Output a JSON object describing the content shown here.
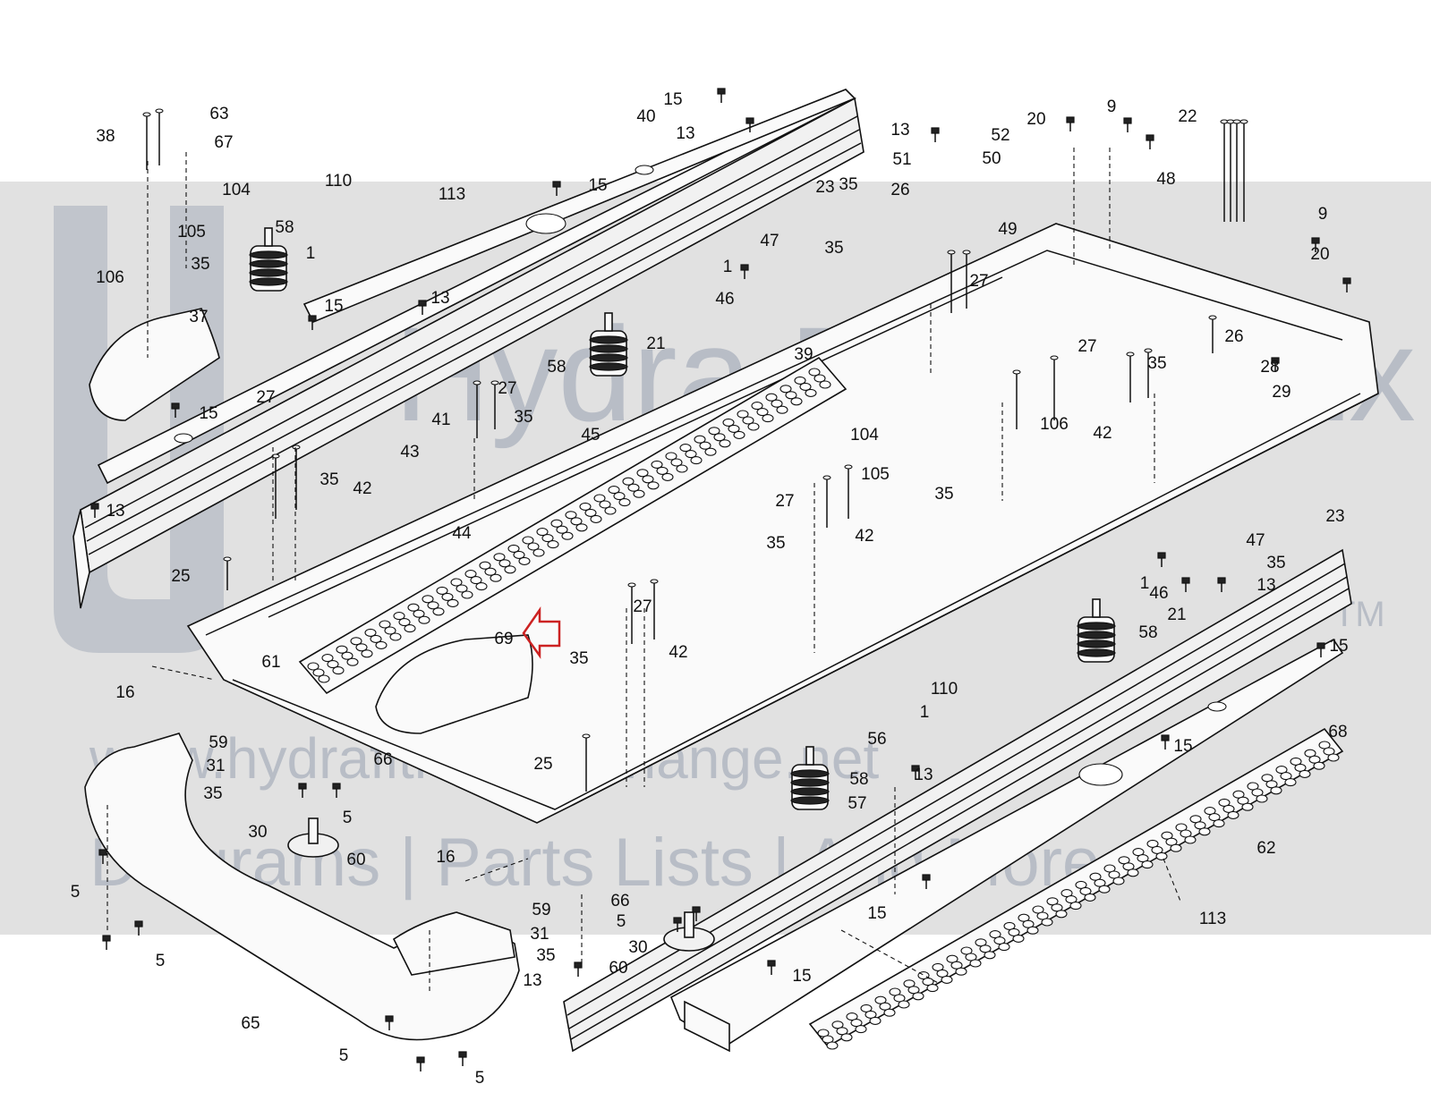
{
  "diagram": {
    "callouts": [
      "1",
      "5",
      "9",
      "13",
      "15",
      "16",
      "20",
      "21",
      "22",
      "23",
      "25",
      "26",
      "27",
      "28",
      "29",
      "30",
      "31",
      "35",
      "37",
      "38",
      "39",
      "40",
      "41",
      "42",
      "43",
      "44",
      "45",
      "46",
      "47",
      "48",
      "49",
      "50",
      "51",
      "52",
      "56",
      "57",
      "58",
      "59",
      "60",
      "61",
      "62",
      "63",
      "65",
      "66",
      "67",
      "68",
      "69",
      "104",
      "105",
      "106",
      "110",
      "113"
    ],
    "highlighted_part": "69",
    "highlight_color": "#cc2222",
    "line_color": "#111111"
  },
  "watermark": {
    "line1": "Hydra Fitness Exchange",
    "line2": "www.hydrafitnessexchange.net",
    "line3": "Diagrams | Parts Lists | And More",
    "mark": "TM",
    "color": "#8892a6"
  }
}
